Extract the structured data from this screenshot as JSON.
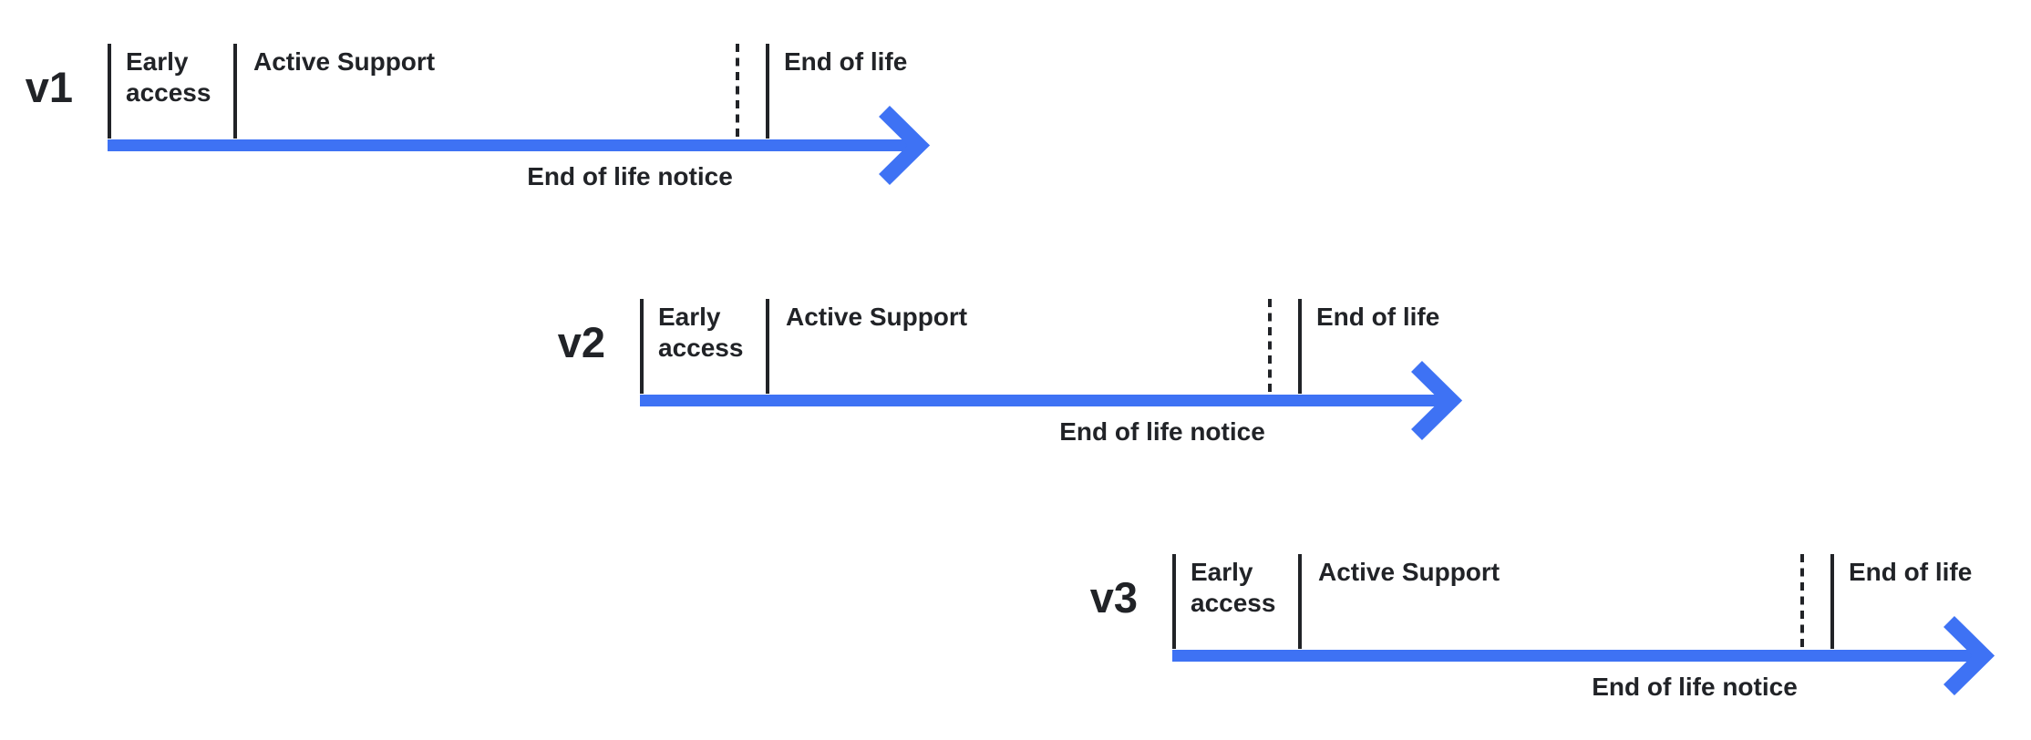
{
  "diagram": {
    "colors": {
      "accent": "#3E72F4",
      "ink": "#212327",
      "background": "#ffffff"
    },
    "timelines": [
      {
        "version": "v1",
        "labels": {
          "early_access": "Early access",
          "active_support": "Active Support",
          "end_of_life": "End of life",
          "end_of_life_notice": "End of life notice"
        }
      },
      {
        "version": "v2",
        "labels": {
          "early_access": "Early access",
          "active_support": "Active Support",
          "end_of_life": "End of life",
          "end_of_life_notice": "End of life notice"
        }
      },
      {
        "version": "v3",
        "labels": {
          "early_access": "Early access",
          "active_support": "Active Support",
          "end_of_life": "End of life",
          "end_of_life_notice": "End of life notice"
        }
      }
    ]
  }
}
